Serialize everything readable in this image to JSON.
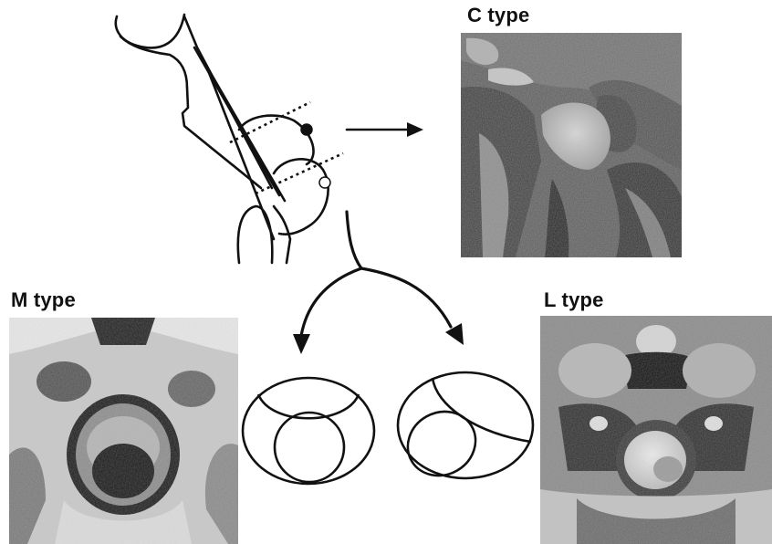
{
  "labels": {
    "c_type": "C type",
    "m_type": "M type",
    "l_type": "L type"
  },
  "panels": [
    {
      "key": "c",
      "view": "sagittal MRI"
    },
    {
      "key": "m",
      "view": "axial MRI"
    },
    {
      "key": "l",
      "view": "axial MRI"
    }
  ],
  "colors": {
    "line": "#111111",
    "background": "#ffffff",
    "tumor_bright": "#e6e6e6",
    "tissue_dark": "#3a3a3a"
  }
}
